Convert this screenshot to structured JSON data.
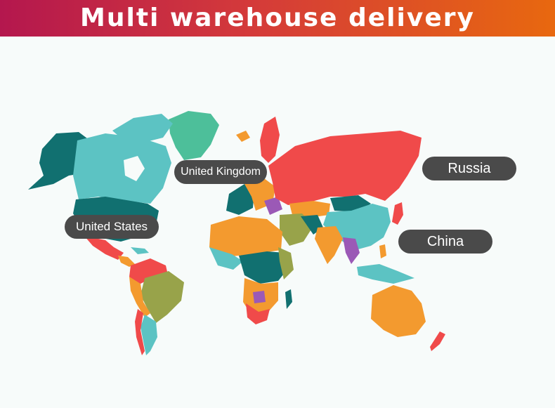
{
  "banner": {
    "title": "Multi warehouse delivery"
  },
  "labels": {
    "united_kingdom": "United Kingdom",
    "united_states": "United States",
    "russia": "Russia",
    "china": "China"
  },
  "colors": {
    "banner_start": "#b4174e",
    "banner_end": "#e8680f",
    "pill": "#4a4a4a",
    "ocean": "#f7fbfa",
    "russia": "#f04a4a",
    "north_america": "#5cc3c3",
    "greenland": "#4dbf9a",
    "south_america": "#98a34a",
    "africa_orange": "#f39a2f",
    "australia": "#f39a2f",
    "dark_teal": "#117070",
    "purple": "#9b59b6"
  }
}
